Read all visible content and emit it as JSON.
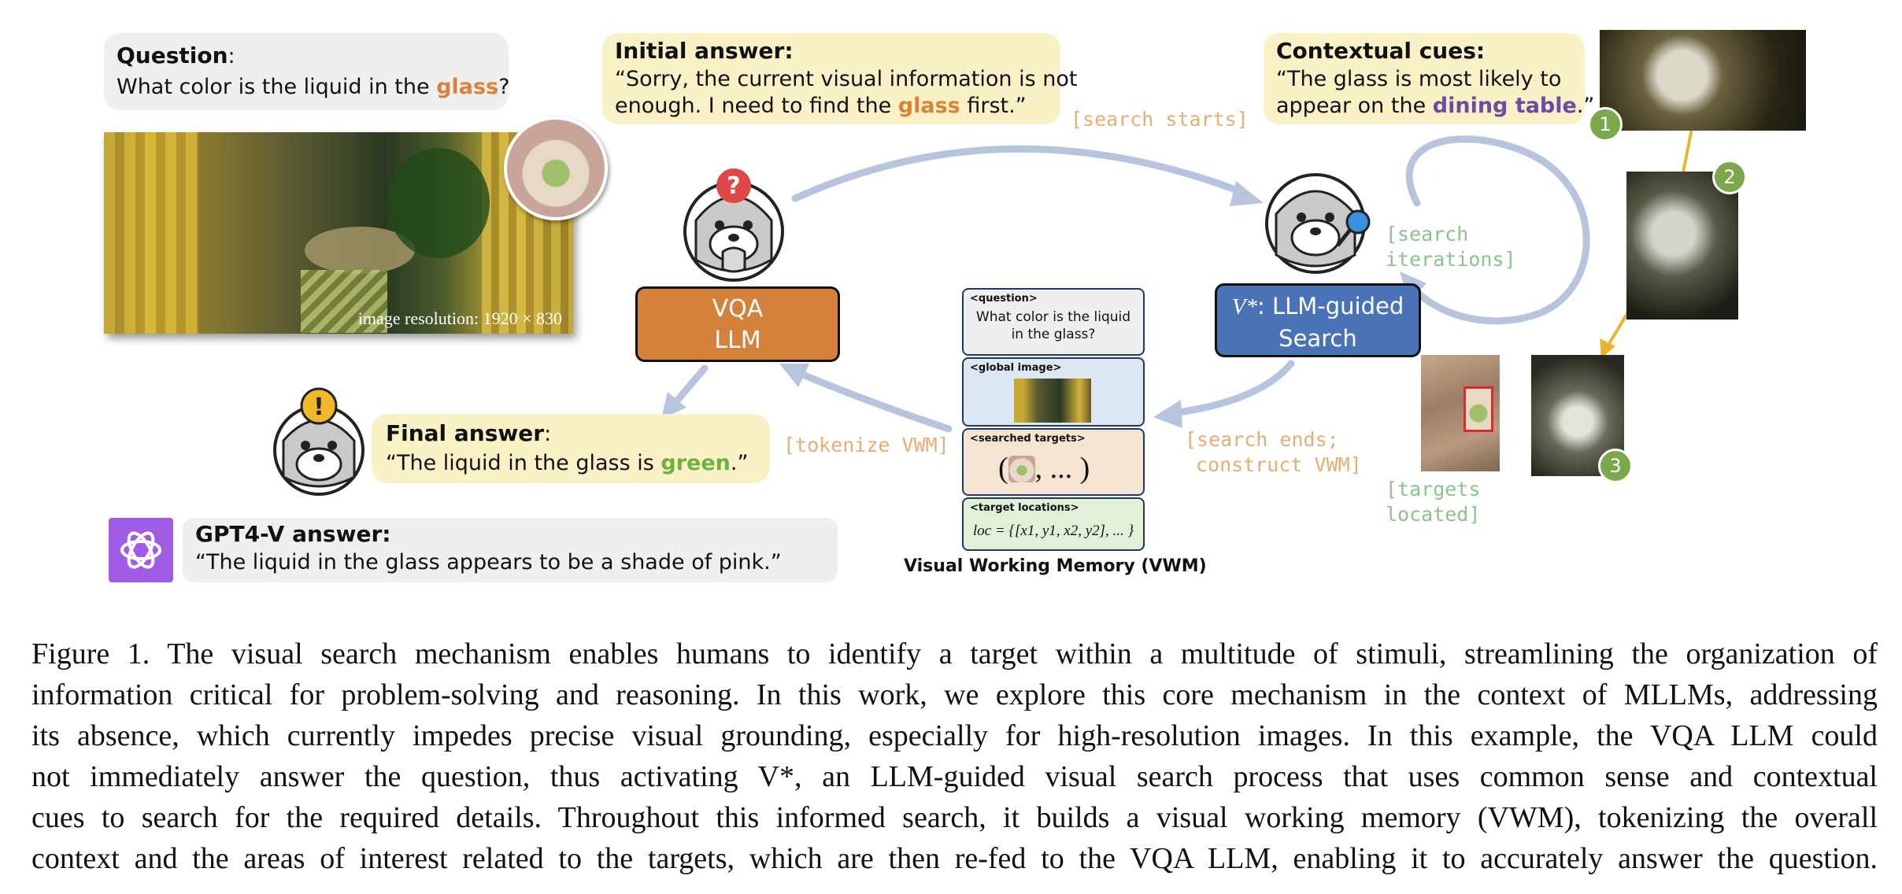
{
  "question": {
    "title": "Question",
    "text_before": "What color is the liquid in the ",
    "keyword": "glass",
    "text_after": "?"
  },
  "scene_image": {
    "resolution_label": "image resolution: 1920 × 830"
  },
  "initial_answer": {
    "title": "Initial answer:",
    "line1": "“Sorry, the current visual information is not",
    "line2_before": "enough. I need to find the ",
    "keyword": "glass",
    "line2_after": " first.”"
  },
  "contextual_cues": {
    "title": "Contextual cues:",
    "line1": "“The glass is most likely to",
    "line2_before": "appear on the ",
    "keyword": "dining table",
    "line2_after": ".”"
  },
  "vqa_llm": {
    "line1": "VQA",
    "line2": "LLM"
  },
  "search_box": {
    "v_label": "V*",
    "line1_rest": ": LLM-guided",
    "line2": "Search"
  },
  "flow_labels": {
    "search_starts": "[search starts]",
    "search_iterations_1": "[search",
    "search_iterations_2": "iterations]",
    "search_ends_1": "[search ends;",
    "search_ends_2": "construct VWM]",
    "tokenize": "[tokenize VWM]",
    "targets_1": "[targets",
    "targets_2": "located]"
  },
  "vwm": {
    "question_tag": "<question>",
    "question_text_1": "What color is the liquid",
    "question_text_2": "in the glass?",
    "global_tag": "<global image>",
    "targets_tag": "<searched targets>",
    "targets_tail": ", ... )",
    "locations_tag": "<target locations>",
    "locations_text": "loc = {[x1, y1, x2, y2], ... }",
    "caption": "Visual Working Memory (VWM)"
  },
  "final_answer": {
    "title": "Final answer",
    "colon": ":",
    "text_before": "“The liquid in the glass is ",
    "keyword": "green",
    "text_after": ".”"
  },
  "gpt4v": {
    "title": "GPT4-V answer:",
    "text": "“The liquid in the glass appears to be a shade of pink.”"
  },
  "search_steps": [
    "1",
    "2",
    "3"
  ],
  "caption_lines": [
    "Figure 1. The visual search mechanism enables humans to identify a target within a multitude of stimuli, streamlining the organization of",
    "information critical for problem-solving and reasoning. In this work, we explore this core mechanism in the context of MLLMs, addressing",
    "its absence, which currently impedes precise visual grounding, especially for high-resolution images. In this example, the VQA LLM could",
    "not immediately answer the question, thus activating V*, an LLM-guided visual search process that uses common sense and contextual",
    "cues to search for the required details. Throughout this informed search, it builds a visual working memory (VWM), tokenizing the overall",
    "context and the areas of interest related to the targets, which are then re-fed to the VQA LLM, enabling it to accurately answer the question."
  ],
  "colors": {
    "vqa_fill": "#d4813b",
    "search_fill": "#4a72b6",
    "arrow": "#b7c4de",
    "bubble_yellow": "#fbf1c7",
    "bubble_grey": "#efefef",
    "badge_green": "#7aa84a"
  }
}
